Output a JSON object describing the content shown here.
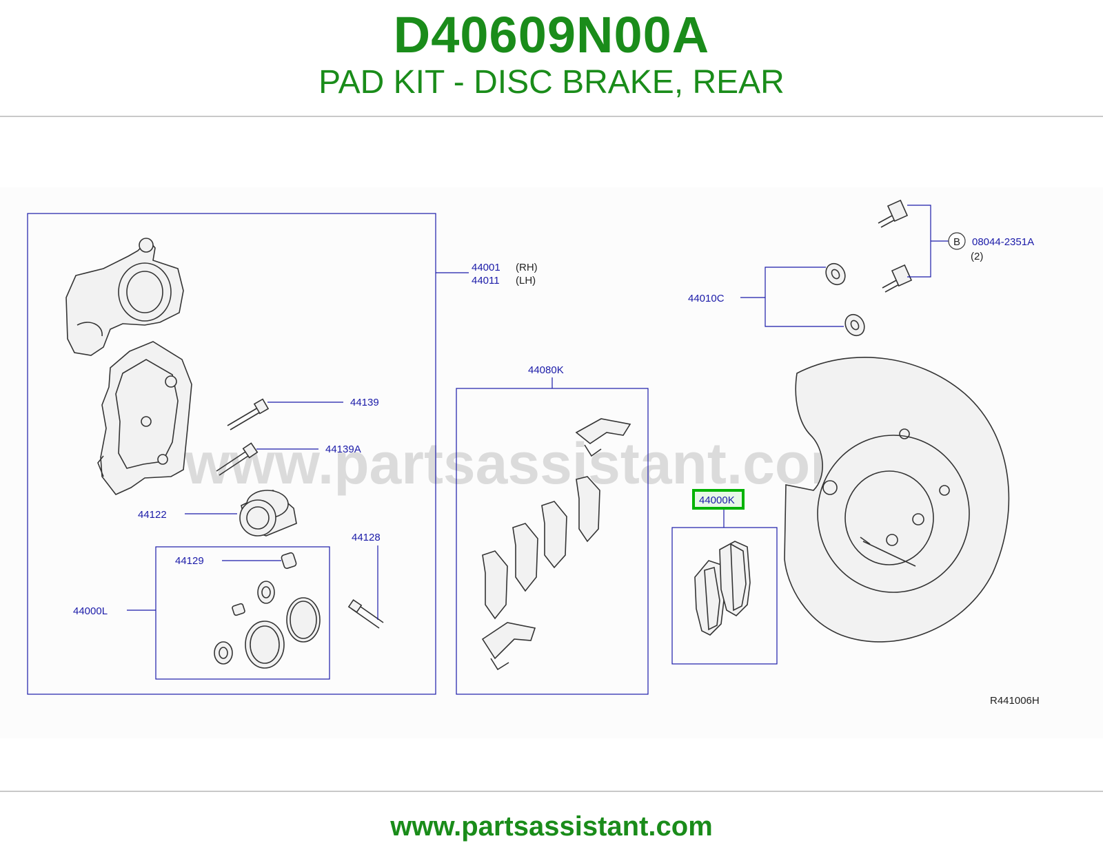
{
  "header": {
    "part_number": "D40609N00A",
    "description": "PAD KIT - DISC BRAKE, REAR"
  },
  "diagram": {
    "watermark": "www.partsassistant.com",
    "figure_code": "R441006H",
    "callouts": {
      "c44001": "44001",
      "c44001_side": "(RH)",
      "c44011": "44011",
      "c44011_side": "(LH)",
      "c44139": "44139",
      "c44139A": "44139A",
      "c44122": "44122",
      "c44128": "44128",
      "c44129": "44129",
      "c44000L": "44000L",
      "c44080K": "44080K",
      "c44000K": "44000K",
      "c44010C": "44010C",
      "bolt_marker": "B",
      "bolt_part": "08044-2351A",
      "bolt_qty": "(2)"
    },
    "highlight_color": "#00b300",
    "label_color": "#1a1aa8"
  },
  "footer": {
    "url": "www.partsassistant.com"
  }
}
